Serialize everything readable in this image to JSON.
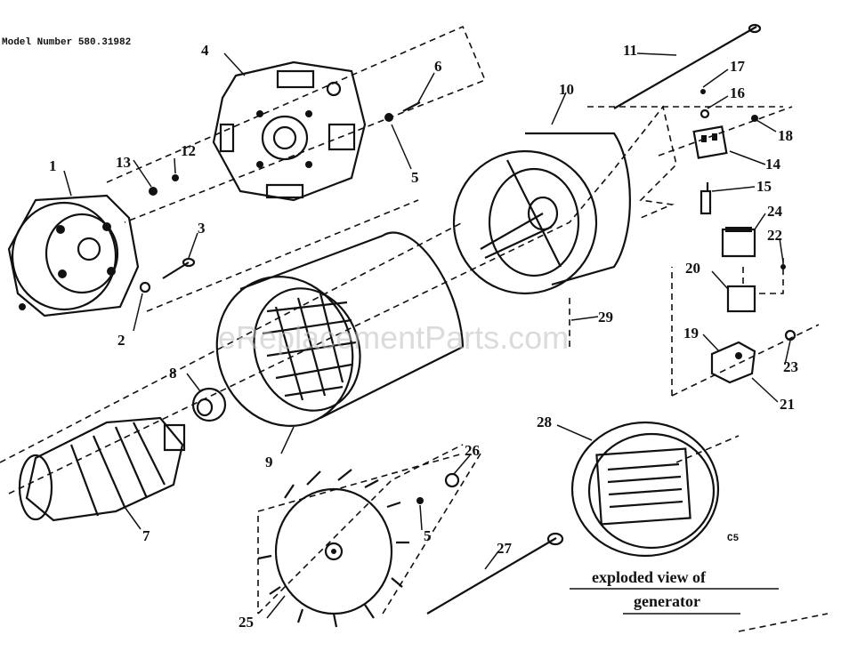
{
  "header": {
    "model_number": "Model Number 580.31982"
  },
  "watermark": "eReplacementParts.com",
  "code": "C5",
  "caption": {
    "line1": "exploded view of",
    "line2": "generator"
  },
  "parts": [
    {
      "id": "p1",
      "label": "1"
    },
    {
      "id": "p2",
      "label": "2"
    },
    {
      "id": "p3",
      "label": "3"
    },
    {
      "id": "p4",
      "label": "4"
    },
    {
      "id": "p5a",
      "label": "5"
    },
    {
      "id": "p5b",
      "label": "5"
    },
    {
      "id": "p6",
      "label": "6"
    },
    {
      "id": "p7",
      "label": "7"
    },
    {
      "id": "p8",
      "label": "8"
    },
    {
      "id": "p9",
      "label": "9"
    },
    {
      "id": "p10",
      "label": "10"
    },
    {
      "id": "p11",
      "label": "11"
    },
    {
      "id": "p12",
      "label": "12"
    },
    {
      "id": "p13",
      "label": "13"
    },
    {
      "id": "p14",
      "label": "14"
    },
    {
      "id": "p15",
      "label": "15"
    },
    {
      "id": "p16",
      "label": "16"
    },
    {
      "id": "p17",
      "label": "17"
    },
    {
      "id": "p18",
      "label": "18"
    },
    {
      "id": "p19",
      "label": "19"
    },
    {
      "id": "p20",
      "label": "20"
    },
    {
      "id": "p21",
      "label": "21"
    },
    {
      "id": "p22",
      "label": "22"
    },
    {
      "id": "p23",
      "label": "23"
    },
    {
      "id": "p24",
      "label": "24"
    },
    {
      "id": "p25",
      "label": "25"
    },
    {
      "id": "p26",
      "label": "26"
    },
    {
      "id": "p27",
      "label": "27"
    },
    {
      "id": "p28",
      "label": "28"
    },
    {
      "id": "p29",
      "label": "29"
    }
  ]
}
